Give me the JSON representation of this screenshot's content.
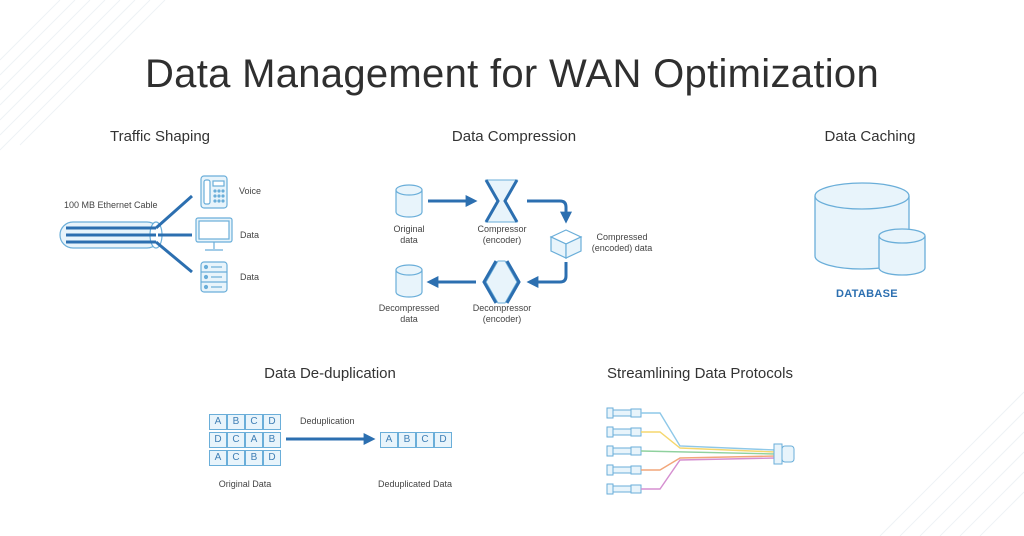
{
  "title": "Data Management for WAN Optimization",
  "sections": {
    "traffic": {
      "title": "Traffic Shaping",
      "cable_label": "100 MB Ethernet Cable",
      "outputs": [
        "Voice",
        "Data",
        "Data"
      ]
    },
    "compression": {
      "title": "Data Compression",
      "original": [
        "Original",
        "data"
      ],
      "compressor": [
        "Compressor",
        "(encoder)"
      ],
      "compressed": [
        "Compressed",
        "(encoded) data"
      ],
      "decompressor": [
        "Decompressor",
        "(encoder)"
      ],
      "decompressed": [
        "Decompressed",
        "data"
      ]
    },
    "caching": {
      "title": "Data Caching",
      "label": "DATABASE"
    },
    "dedup": {
      "title": "Data De-duplication",
      "arrow_label": "Deduplication",
      "grid": [
        [
          "A",
          "B",
          "C",
          "D"
        ],
        [
          "D",
          "C",
          "A",
          "B"
        ],
        [
          "A",
          "C",
          "B",
          "D"
        ]
      ],
      "result": [
        "A",
        "B",
        "C",
        "D"
      ],
      "original_label": "Original Data",
      "result_label": "Deduplicated Data"
    },
    "protocols": {
      "title": "Streamlining Data Protocols"
    }
  },
  "colors": {
    "accent": "#2c6fb0",
    "light_fill": "#e8f4fb",
    "stroke": "#6aaed9",
    "fiber": [
      "#8ec8e8",
      "#f5d76e",
      "#8fd19e",
      "#f2a67a",
      "#d58fd0"
    ]
  }
}
